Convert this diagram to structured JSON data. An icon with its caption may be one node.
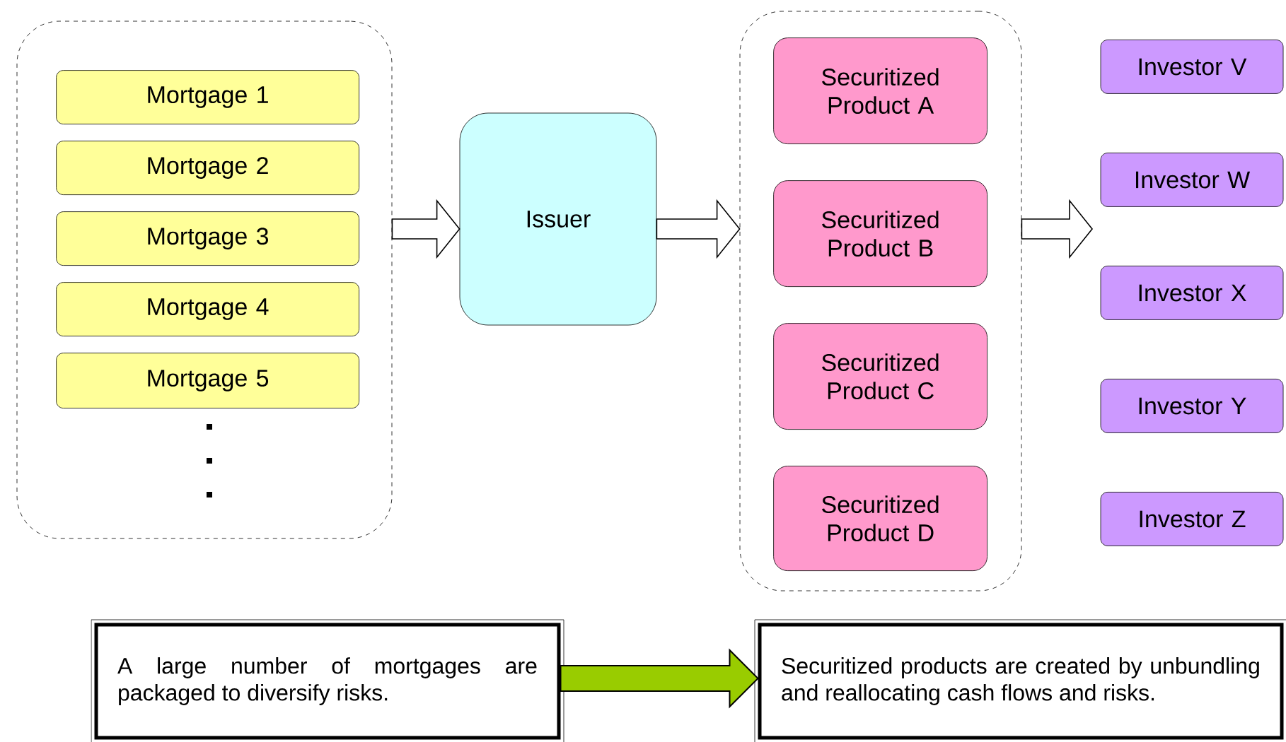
{
  "diagram": {
    "nodes": [
      {
        "text": [],
        "shape": "box"
      },
      {
        "text": [
          "Mortgage 1"
        ],
        "in": 0
      },
      {
        "text": [
          "Mortgage 2"
        ],
        "in": 0
      },
      {
        "text": [
          "Mortgage 3"
        ],
        "in": 0
      },
      {
        "text": [
          "Mortgage 4"
        ],
        "in": 0
      },
      {
        "text": [
          "Mortgage 5"
        ],
        "in": 0
      },
      {
        "text": [
          "Issuer"
        ]
      },
      {
        "text": [],
        "shape": "box"
      },
      {
        "text": [
          "Securitized Product A"
        ],
        "in": 7
      },
      {
        "text": [
          "Securitized Product B"
        ],
        "in": 7
      },
      {
        "text": [
          "Securitized Product C"
        ],
        "in": 7
      },
      {
        "text": [
          "Securitized Product D"
        ],
        "in": 7
      },
      {
        "text": [
          "Investor V"
        ]
      },
      {
        "text": [
          "Investor W"
        ]
      },
      {
        "text": [
          "Investor X"
        ]
      },
      {
        "text": [
          "Investor Y"
        ]
      },
      {
        "text": [
          "Investor Z"
        ]
      },
      {
        "text": [
          "A large number of mortgages are packaged to diversify risks."
        ]
      },
      {
        "text": [
          "Securitized products are created by unbundling and reallocating cash flows and risks."
        ]
      }
    ],
    "edges": [
      {
        "from": 0,
        "to": 6,
        "arrow": "to"
      },
      {
        "from": 6,
        "to": 7,
        "arrow": "to"
      },
      {
        "from": 7,
        "to": null,
        "arrow": "to"
      },
      {
        "from": 17,
        "to": 18,
        "arrow": "to",
        "style": "thick",
        "color": "#99cc00"
      }
    ]
  }
}
